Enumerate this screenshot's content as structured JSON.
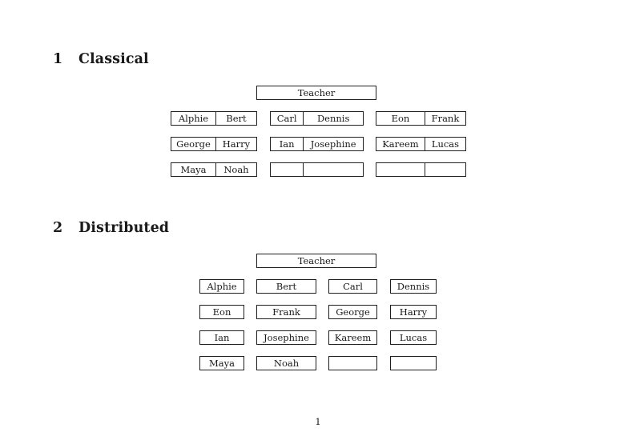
{
  "document": {
    "page_number": "1"
  },
  "sections": [
    {
      "number": "1",
      "title": "Classical",
      "teacher_label": "Teacher",
      "layout": "grouped-pairs",
      "columns": 3,
      "rows": 3,
      "grid": [
        [
          {
            "left": "Alphie",
            "right": "Bert"
          },
          {
            "left": "Carl",
            "right": "Dennis"
          },
          {
            "left": "Eon",
            "right": "Frank"
          }
        ],
        [
          {
            "left": "George",
            "right": "Harry"
          },
          {
            "left": "Ian",
            "right": "Josephine"
          },
          {
            "left": "Kareem",
            "right": "Lucas"
          }
        ],
        [
          {
            "left": "Maya",
            "right": "Noah"
          },
          {
            "left": "",
            "right": ""
          },
          {
            "left": "",
            "right": ""
          }
        ]
      ]
    },
    {
      "number": "2",
      "title": "Distributed",
      "teacher_label": "Teacher",
      "layout": "individual-boxes",
      "columns": 4,
      "rows": 4,
      "grid": [
        [
          "Alphie",
          "Bert",
          "Carl",
          "Dennis"
        ],
        [
          "Eon",
          "Frank",
          "George",
          "Harry"
        ],
        [
          "Ian",
          "Josephine",
          "Kareem",
          "Lucas"
        ],
        [
          "Maya",
          "Noah",
          "",
          ""
        ]
      ]
    }
  ],
  "colors": {
    "page_background": "#ffffff",
    "text": "#1a1a1a",
    "box_border": "#1f1f1f",
    "box_fill": "#ffffff"
  }
}
